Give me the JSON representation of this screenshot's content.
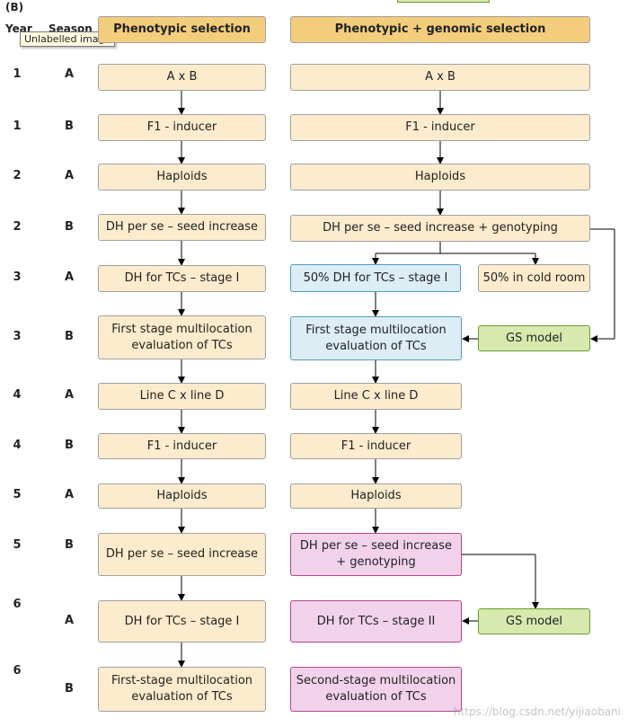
{
  "panel_label": "(B)",
  "header": {
    "year": "Year",
    "season": "Season",
    "tooltip": "Unlabelled image",
    "col_pheno": "Phenotypic selection",
    "col_geno": "Phenotypic + genomic selection"
  },
  "rows": [
    {
      "year": "1",
      "season": "A"
    },
    {
      "year": "1",
      "season": "B"
    },
    {
      "year": "2",
      "season": "A"
    },
    {
      "year": "2",
      "season": "B"
    },
    {
      "year": "3",
      "season": "A"
    },
    {
      "year": "3",
      "season": "B"
    },
    {
      "year": "4",
      "season": "A"
    },
    {
      "year": "4",
      "season": "B"
    },
    {
      "year": "5",
      "season": "A"
    },
    {
      "year": "5",
      "season": "B"
    },
    {
      "year": "6",
      "season": "A"
    },
    {
      "year": "6",
      "season": "B"
    }
  ],
  "pheno": [
    "A x B",
    "F1 - inducer",
    "Haploids",
    "DH per se – seed increase",
    "DH for TCs – stage I",
    "First stage multilocation evaluation of TCs",
    "Line C x line D",
    "F1 - inducer",
    "Haploids",
    "DH per se – seed increase",
    "DH for TCs – stage I",
    "First-stage multilocation evaluation of TCs"
  ],
  "geno": {
    "ab": "A x B",
    "f1_1": "F1 - inducer",
    "haploids_1": "Haploids",
    "dh_geno_1": "DH per se – seed increase + genotyping",
    "dh50": "50% DH for TCs – stage I",
    "cold": "50% in cold room",
    "first_stage": "First stage multilocation evaluation of TCs",
    "gs_model_1": "GS model",
    "cd": "Line C x line D",
    "f1_2": "F1 - inducer",
    "haploids_2": "Haploids",
    "dh_geno_2": "DH per se – seed increase + genotyping",
    "dh_stage2": "DH for TCs – stage II",
    "gs_model_2": "GS model",
    "second_stage": "Second-stage multilocation evaluation of TCs"
  },
  "watermark": "https://blog.csdn.net/yijiaobani",
  "colors": {
    "header": "#f3cd7c",
    "beige": "#fcebcd",
    "blue": "#dcedf4",
    "green": "#d7e9ae",
    "pink": "#f1d2ea"
  }
}
